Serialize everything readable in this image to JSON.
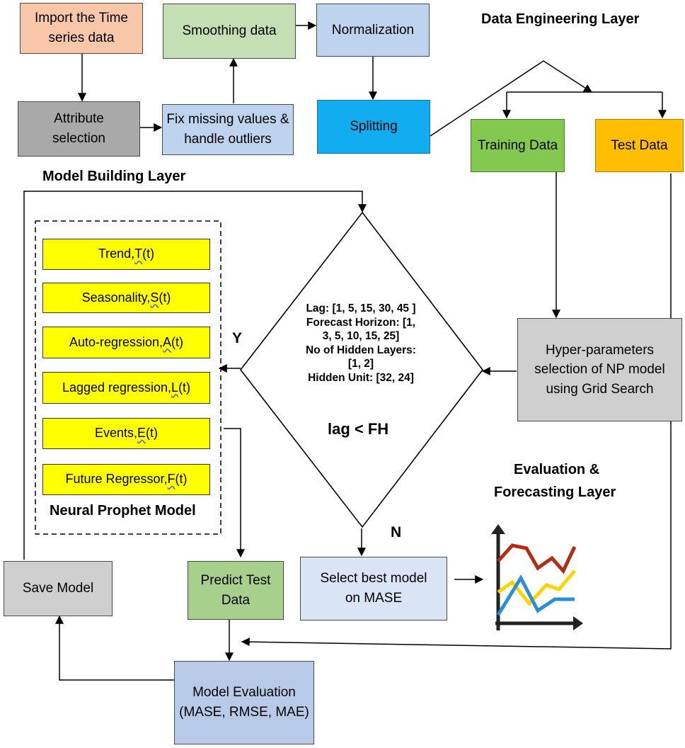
{
  "layers": {
    "data_engineering": "Data Engineering Layer",
    "model_building": "Model Building Layer",
    "evaluation_line1": "Evaluation &",
    "evaluation_line2": "Forecasting Layer"
  },
  "boxes": {
    "import": "Import the Time series data",
    "smoothing": "Smoothing data",
    "normalization": "Normalization",
    "attribute": "Attribute selection",
    "fix_missing": "Fix missing values & handle outliers",
    "splitting": "Splitting",
    "training": "Training Data",
    "test": "Test Data",
    "hyper": "Hyper-parameters selection of NP model using Grid Search",
    "select_best": "Select best model on MASE",
    "predict": "Predict Test Data",
    "save": "Save Model",
    "evaluation": "Model Evaluation (MASE, RMSE, MAE)"
  },
  "components": [
    {
      "name": "Trend, ",
      "sym": "T",
      "arg": "(t)"
    },
    {
      "name": "Seasonality, ",
      "sym": "S",
      "arg": "(t)"
    },
    {
      "name": "Auto-regression, ",
      "sym": "A",
      "arg": "(t)"
    },
    {
      "name": "Lagged regression, ",
      "sym": "L",
      "arg": "(t)"
    },
    {
      "name": "Events, ",
      "sym": "E",
      "arg": "(t)"
    },
    {
      "name": "Future Regressor, ",
      "sym": "F",
      "arg": "(t)"
    }
  ],
  "model_title": "Neural Prophet Model",
  "decision": {
    "lines": [
      "Lag: [1, 5, 15, 30, 45 ]",
      "Forecast Horizon: [1,",
      "3, 5, 10, 15, 25]",
      "No of Hidden Layers:",
      "[1, 2]",
      "Hidden Unit:  [32, 24]"
    ],
    "condition": "lag < FH",
    "yes": "Y",
    "no": "N"
  },
  "colors": {
    "peach": "#f8c7a9",
    "green": "#c4dfb4",
    "blue": "#bdd3ee",
    "gray": "#a9a9a9",
    "cyan": "#12adf0",
    "training": "#83c94f",
    "test": "#ffbf00",
    "yellow": "#ffff00",
    "chart_red": "#b22d14",
    "chart_yellow": "#ffd400",
    "chart_blue": "#2c8fd6"
  }
}
